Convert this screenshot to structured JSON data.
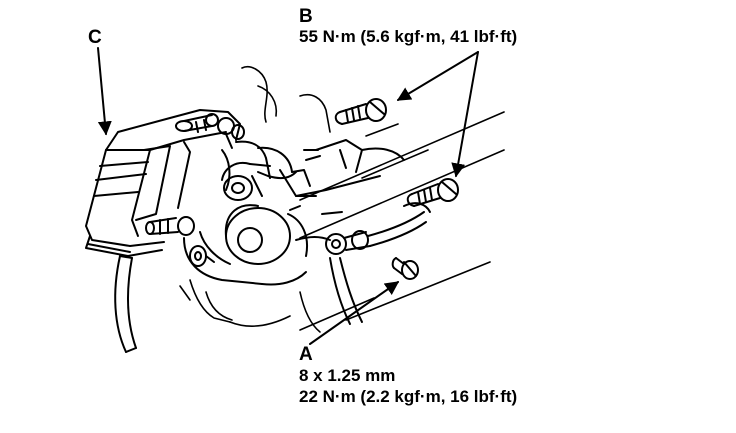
{
  "colors": {
    "ink": "#000000",
    "paper": "#ffffff"
  },
  "callouts": {
    "a": {
      "letter": "A",
      "size": "8 x 1.25 mm",
      "torque": "22 N·m (2.2 kgf·m, 16 lbf·ft)"
    },
    "b": {
      "letter": "B",
      "torque": "55 N·m (5.6 kgf·m, 41 lbf·ft)"
    },
    "c": {
      "letter": "C"
    }
  }
}
